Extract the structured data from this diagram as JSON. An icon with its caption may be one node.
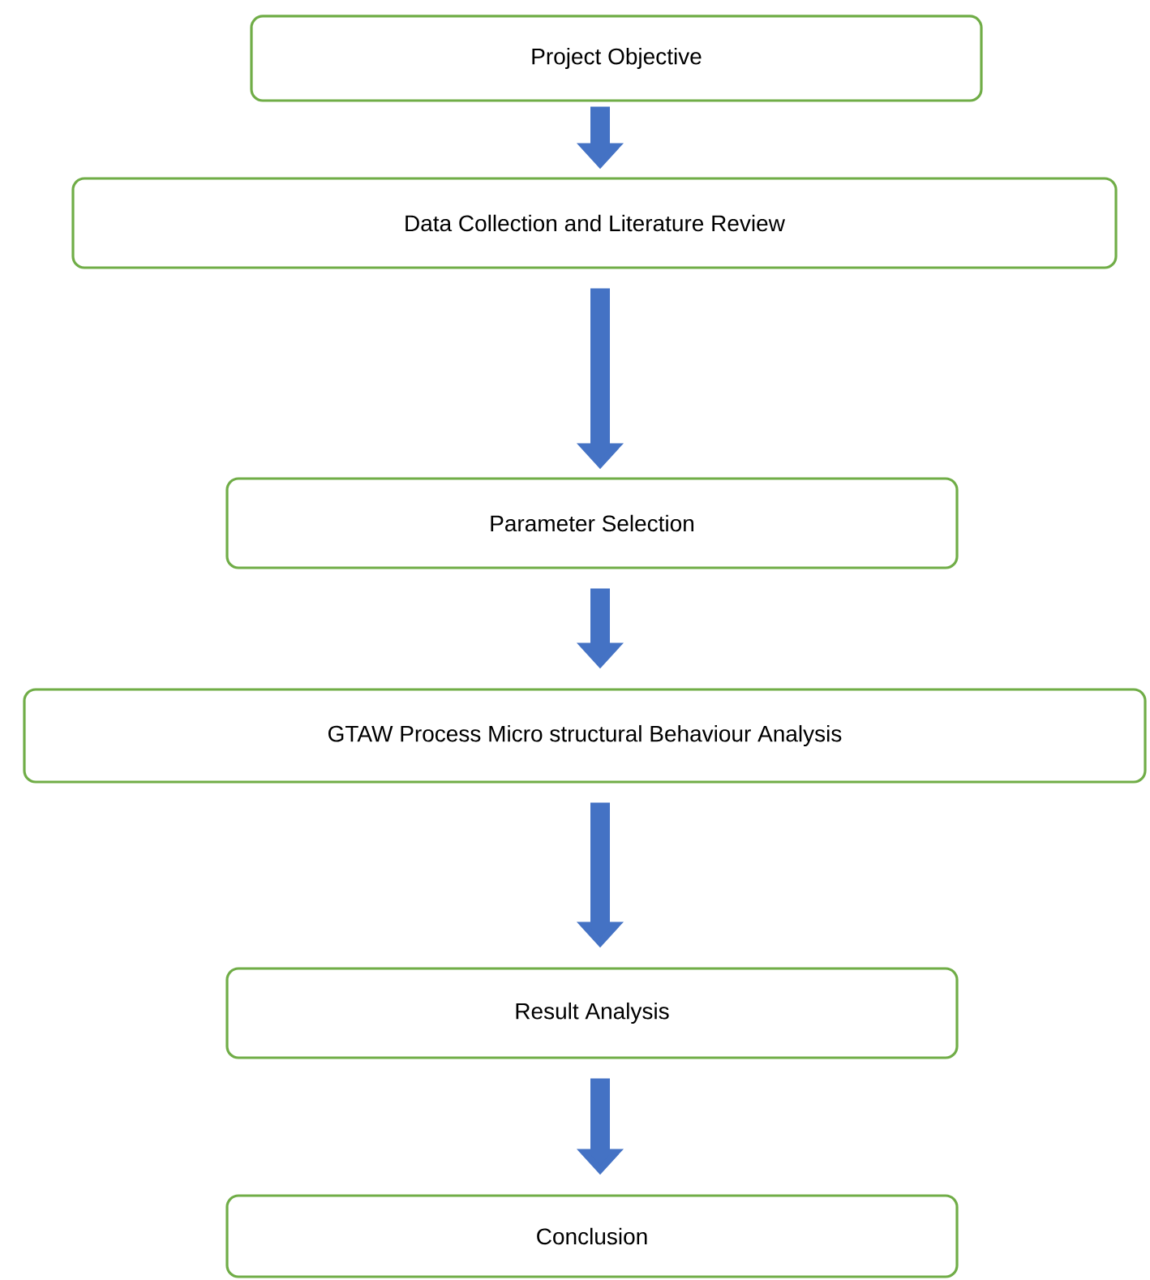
{
  "diagram": {
    "nodes": [
      {
        "text": [
          "Project Objective"
        ]
      },
      {
        "text": [
          "Data Collection and Literature Review"
        ]
      },
      {
        "text": [
          "Parameter Selection"
        ]
      },
      {
        "text": [
          "GTAW Process Micro structural Behaviour Analysis"
        ]
      },
      {
        "text": [
          "Result Analysis"
        ]
      },
      {
        "text": [
          "Conclusion"
        ]
      }
    ],
    "edges": [
      {
        "from": 0,
        "to": 1,
        "arrow": "to"
      },
      {
        "from": 1,
        "to": 2,
        "arrow": "to"
      },
      {
        "from": 2,
        "to": 3,
        "arrow": "to"
      },
      {
        "from": 3,
        "to": 4,
        "arrow": "to"
      },
      {
        "from": 4,
        "to": 5,
        "arrow": "to"
      }
    ]
  }
}
